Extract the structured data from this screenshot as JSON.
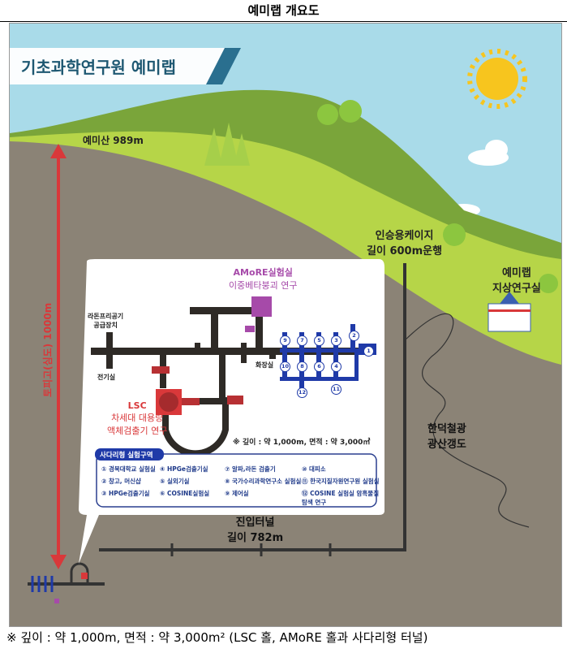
{
  "title": "예미랩 개요도",
  "banner": "기초과학연구원 예미랩",
  "mountain": "예미산 989m",
  "depth_label": "토피고(심도) 1000m",
  "cage": [
    "인승용케이지",
    "길이 600m운행"
  ],
  "surface_lab": [
    "예미랩",
    "지상연구실"
  ],
  "mine": [
    "한덕철광",
    "광산갱도"
  ],
  "tunnel": [
    "진입터널",
    "길이 782m"
  ],
  "amore": {
    "title": "AMoRE실험실",
    "sub": "이중베타붕괴 연구"
  },
  "lsc": {
    "title": "LSC",
    "sub1": "차세대 대용량",
    "sub2": "액체검출기 연구"
  },
  "radon": [
    "라돈프리공기",
    "공급장치"
  ],
  "electric": "전기실",
  "toilet": "화장실",
  "area_note": "※ 깊이 : 약 1,000m, 면적 : 약 3,000㎡",
  "legend_title": "사다리형 실험구역",
  "legend_items": [
    "① 경북대학교 실험실",
    "② 창고, 머신샵",
    "③ HPGe검출기실",
    "④ HPGe검출기실",
    "⑤ 실외기실",
    "⑥ COSINE실험실",
    "⑦ 알파,라돈 검출기",
    "⑧ 국가수리과학연구소 실험실",
    "⑨ 제어실",
    "⑩ 대피소",
    "⑪ 한국지질자원연구원 실험실",
    "⑫ COSINE 실험실 암흑물질탐색 연구"
  ],
  "nums": [
    "1",
    "2",
    "3",
    "4",
    "5",
    "6",
    "7",
    "8",
    "9",
    "10",
    "11",
    "12"
  ],
  "caption": "※ 깊이 : 약 1,000m, 면적 : 약 3,000m² (LSC 홀, AMoRE 홀과 사다리형 터널)",
  "colors": {
    "sky": "#a9dbe9",
    "ground": "#8b8376",
    "grass": "#9ccb3a",
    "red": "#d9383a",
    "blue": "#1f3aa8",
    "purple": "#a64aa9"
  }
}
